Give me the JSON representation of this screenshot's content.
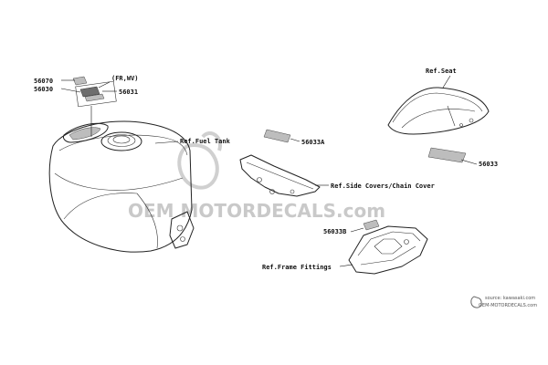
{
  "labels": {
    "p56070": "56070",
    "p56030": "56030",
    "p56031": "56031",
    "fr_wv": "(FR,WV)",
    "ref_fuel_tank": "Ref.Fuel Tank",
    "ref_seat": "Ref.Seat",
    "p56033a": "56033A",
    "p56033": "56033",
    "ref_side_covers": "Ref.Side Covers/Chain Cover",
    "p56033b": "56033B",
    "ref_frame_fittings": "Ref.Frame Fittings"
  },
  "watermark": {
    "main": "OEM MOTORDECALS.com",
    "source_line1": "source: kawasaki.com",
    "source_line2": "OEM-MOTORDECALS.com"
  }
}
